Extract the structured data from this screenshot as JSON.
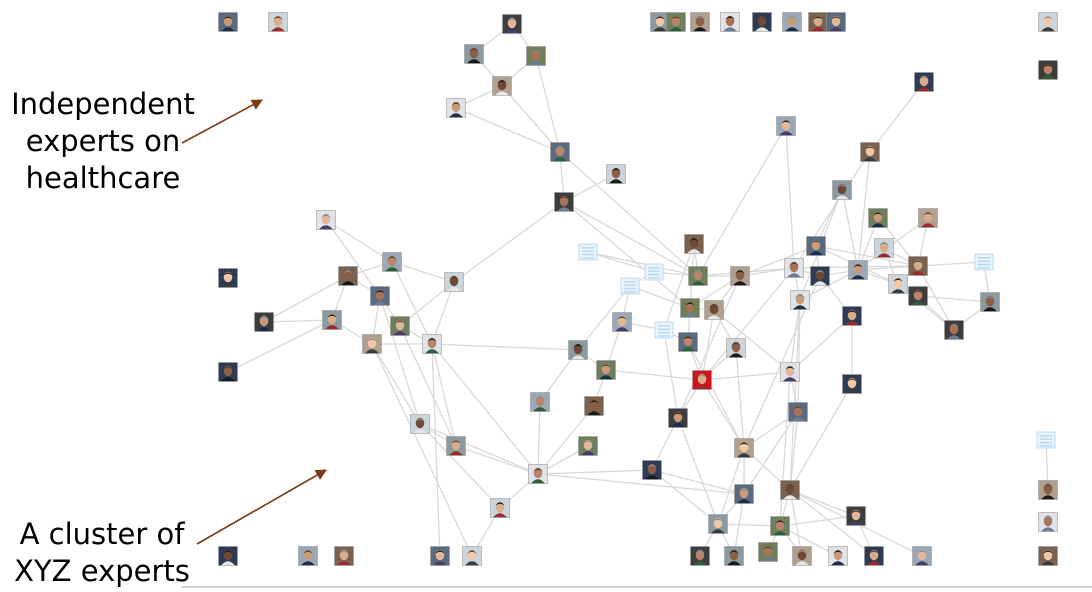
{
  "annotations": {
    "top": {
      "lines": [
        "Independent",
        "experts on",
        "healthcare"
      ]
    },
    "bottom": {
      "lines": [
        "A cluster of",
        "XYZ experts"
      ]
    }
  },
  "colors": {
    "edge": "#d9d9d9",
    "arrow": "#7a3a12",
    "doc_icon": "#bcdcf3",
    "highlight": "#d0141b"
  }
}
